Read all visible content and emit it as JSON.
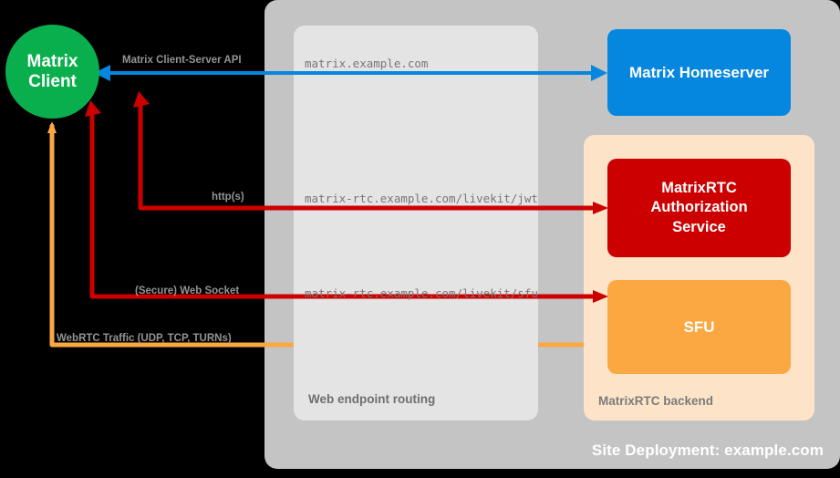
{
  "diagram": {
    "title": "Site Deployment: example.com",
    "containers": {
      "site_deployment": {
        "label": "Site Deployment: example.com",
        "color": "#c4c4c4"
      },
      "web_routing": {
        "label": "Web endpoint routing",
        "color": "#e4e4e4"
      },
      "rtc_backend": {
        "label": "MatrixRTC backend",
        "color": "#fde4c8"
      }
    },
    "nodes": {
      "client": {
        "line1": "Matrix",
        "line2": "Client",
        "color": "#0aaf4d"
      },
      "homeserver": {
        "label": "Matrix Homeserver",
        "color": "#0587e0"
      },
      "auth": {
        "line1": "MatrixRTC",
        "line2": "Authorization",
        "line3": "Service",
        "color": "#cc0000"
      },
      "sfu": {
        "label": "SFU",
        "color": "#fba843"
      }
    },
    "edges": {
      "csapi": {
        "protocol": "Matrix Client-Server API",
        "endpoint": "matrix.example.com",
        "color": "#0587e0"
      },
      "jwt": {
        "protocol": "http(s)",
        "endpoint": "matrix-rtc.example.com/livekit/jwt",
        "color": "#cc0000"
      },
      "sfu_ws": {
        "protocol": "(Secure) Web Socket",
        "endpoint": "matrix-rtc.example.com/livekit/sfu",
        "color": "#cc0000"
      },
      "webrtc": {
        "protocol": "WebRTC Traffic (UDP, TCP, TURNs)",
        "endpoint": "",
        "color": "#fba843"
      }
    }
  }
}
